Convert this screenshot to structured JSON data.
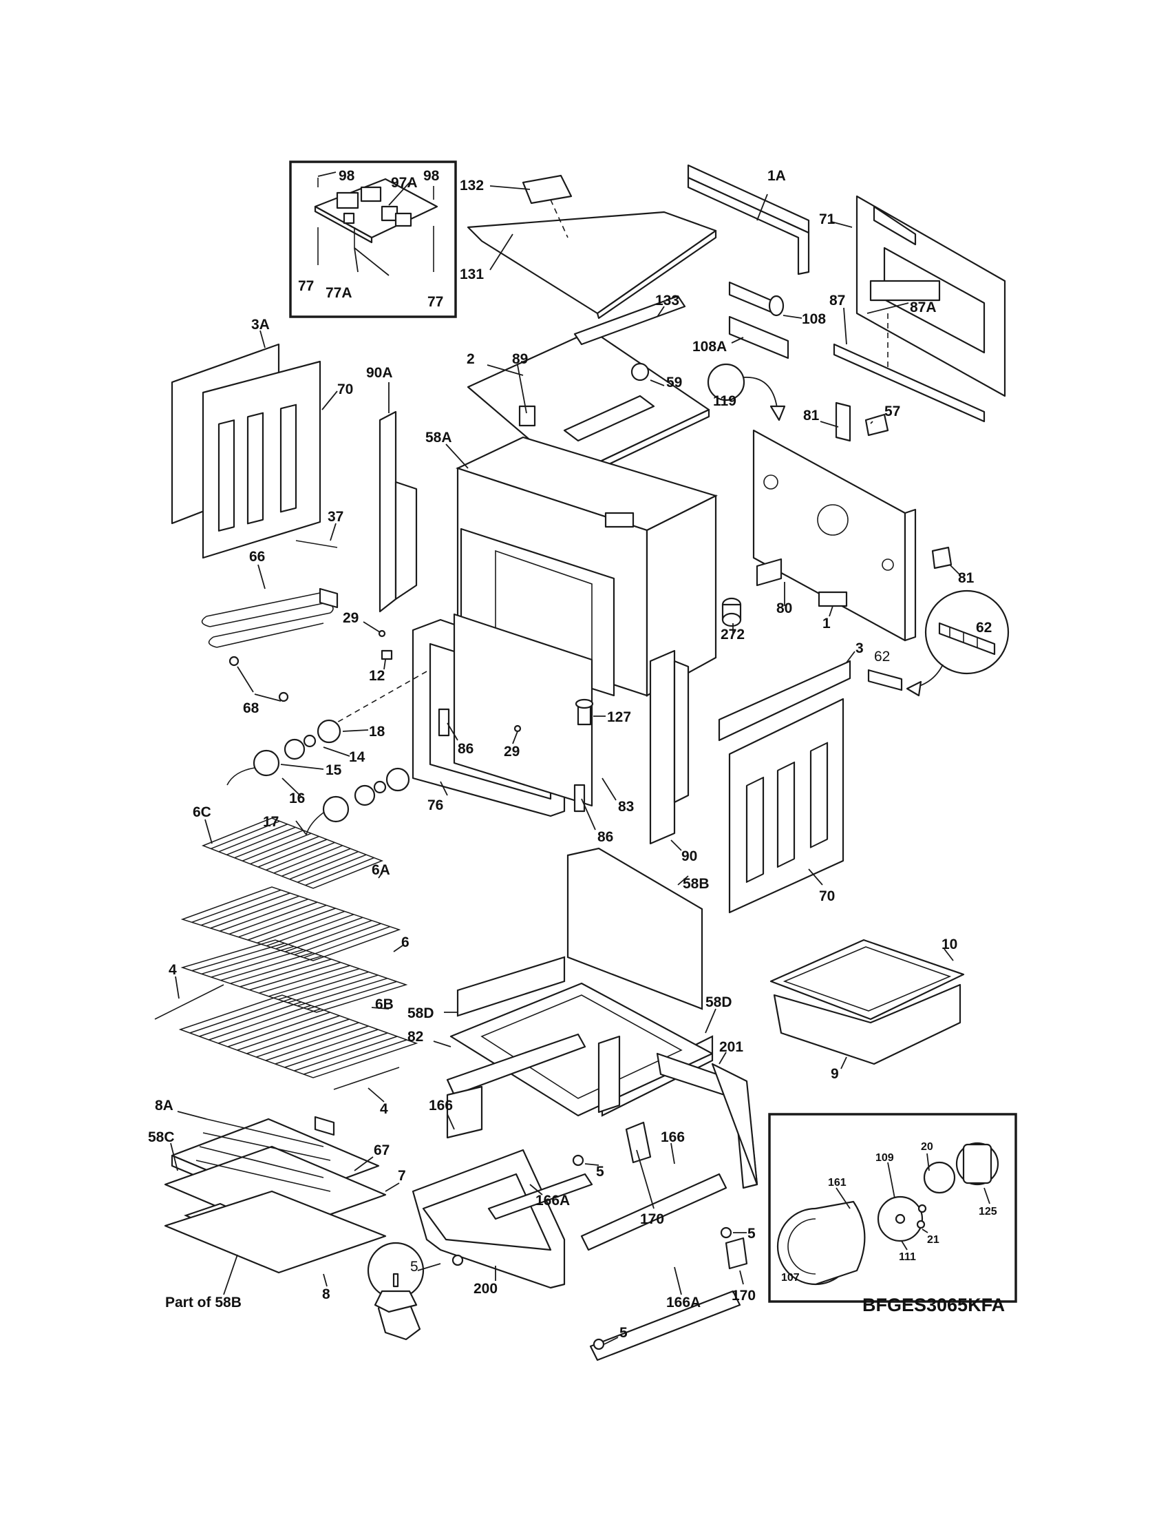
{
  "diagram": {
    "model_label": "BFGES3065KFA",
    "callouts": {
      "c98a": "98",
      "c98b": "98",
      "c97a": "97A",
      "c77a": "77",
      "c77b": "77A",
      "c77c": "77",
      "c132": "132",
      "c131": "131",
      "c1a": "1A",
      "c71": "71",
      "c108": "108",
      "c87": "87",
      "c87a": "87A",
      "c133": "133",
      "c108a": "108A",
      "c3a": "3A",
      "c70a": "70",
      "c90a": "90A",
      "c89": "89",
      "c2": "2",
      "c59": "59",
      "c119": "119",
      "c81a": "81",
      "c57": "57",
      "c58a": "58A",
      "c37": "37",
      "c66": "66",
      "c29a": "29",
      "c81b": "81",
      "c12": "12",
      "c68": "68",
      "c272": "272",
      "c80": "80",
      "c1": "1",
      "c62a": "62",
      "c3": "3",
      "c62b": "62",
      "c127": "127",
      "c18": "18",
      "c86a": "86",
      "c14": "14",
      "c15": "15",
      "c29b": "29",
      "c16": "16",
      "c76": "76",
      "c83": "83",
      "c17": "17",
      "c86b": "86",
      "c6c": "6C",
      "c90": "90",
      "c6a": "6A",
      "c70b": "70",
      "c58b": "58B",
      "c10": "10",
      "c6": "6",
      "c4a": "4",
      "c6b": "6B",
      "c58d1": "58D",
      "c58d2": "58D",
      "c82": "82",
      "c201": "201",
      "c9": "9",
      "c166a": "166",
      "c4b": "4",
      "c8a": "8A",
      "c58c": "58C",
      "c67": "67",
      "c7": "7",
      "c166b": "166",
      "c5a": "5",
      "c166a1": "166A",
      "c170a": "170",
      "c5b": "5",
      "c5c": "5",
      "c200": "200",
      "c166a2": "166A",
      "c170b": "170",
      "c5d": "5",
      "c8": "8",
      "cpart58b": "Part of 58B",
      "c161": "161",
      "c109": "109",
      "c20": "20",
      "c125": "125",
      "c21": "21",
      "c111": "111",
      "c107": "107"
    }
  }
}
